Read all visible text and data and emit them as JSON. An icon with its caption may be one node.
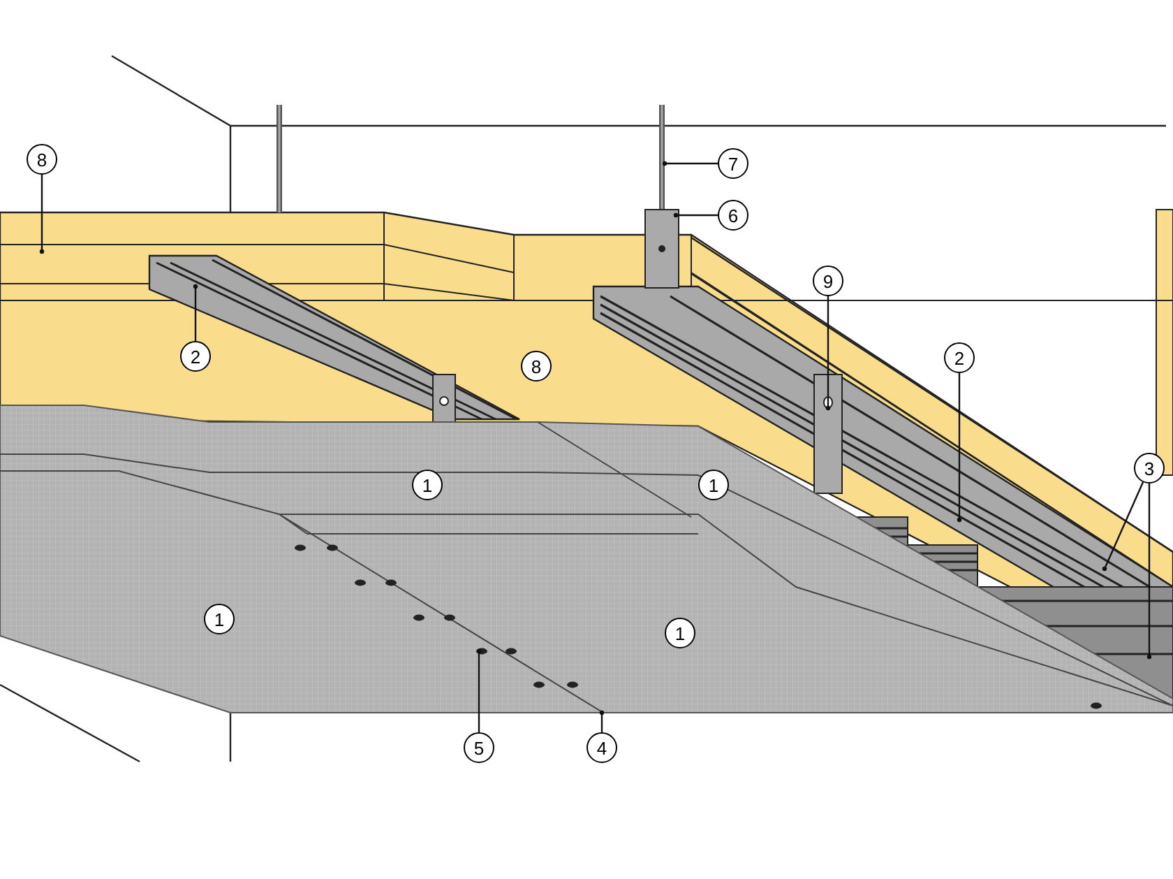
{
  "diagram": {
    "nodes": [
      {
        "text": [
          "8"
        ]
      },
      {
        "text": [
          "7"
        ]
      },
      {
        "text": [
          "6"
        ]
      },
      {
        "text": [
          "9"
        ]
      },
      {
        "text": [
          "2"
        ]
      },
      {
        "text": [
          "2"
        ]
      },
      {
        "text": [
          "3"
        ]
      },
      {
        "text": [
          "5"
        ]
      },
      {
        "text": [
          "4"
        ]
      },
      {
        "text": [
          "8"
        ]
      },
      {
        "text": [
          "1"
        ]
      },
      {
        "text": [
          "1"
        ]
      },
      {
        "text": [
          "1"
        ]
      },
      {
        "text": [
          "1"
        ]
      }
    ],
    "edges": [
      {
        "from": 0,
        "to": null,
        "arrow": "other"
      },
      {
        "from": 1,
        "to": null,
        "arrow": "other"
      },
      {
        "from": 2,
        "to": null,
        "arrow": "other"
      },
      {
        "from": 3,
        "to": null,
        "arrow": "other"
      },
      {
        "from": 4,
        "to": null,
        "arrow": "other"
      },
      {
        "from": 5,
        "to": null,
        "arrow": "other"
      },
      {
        "from": 6,
        "to": null,
        "arrow": "other"
      },
      {
        "from": 6,
        "to": null,
        "arrow": "other"
      },
      {
        "from": 7,
        "to": null,
        "arrow": "other"
      },
      {
        "from": 8,
        "to": null,
        "arrow": "other"
      }
    ]
  }
}
